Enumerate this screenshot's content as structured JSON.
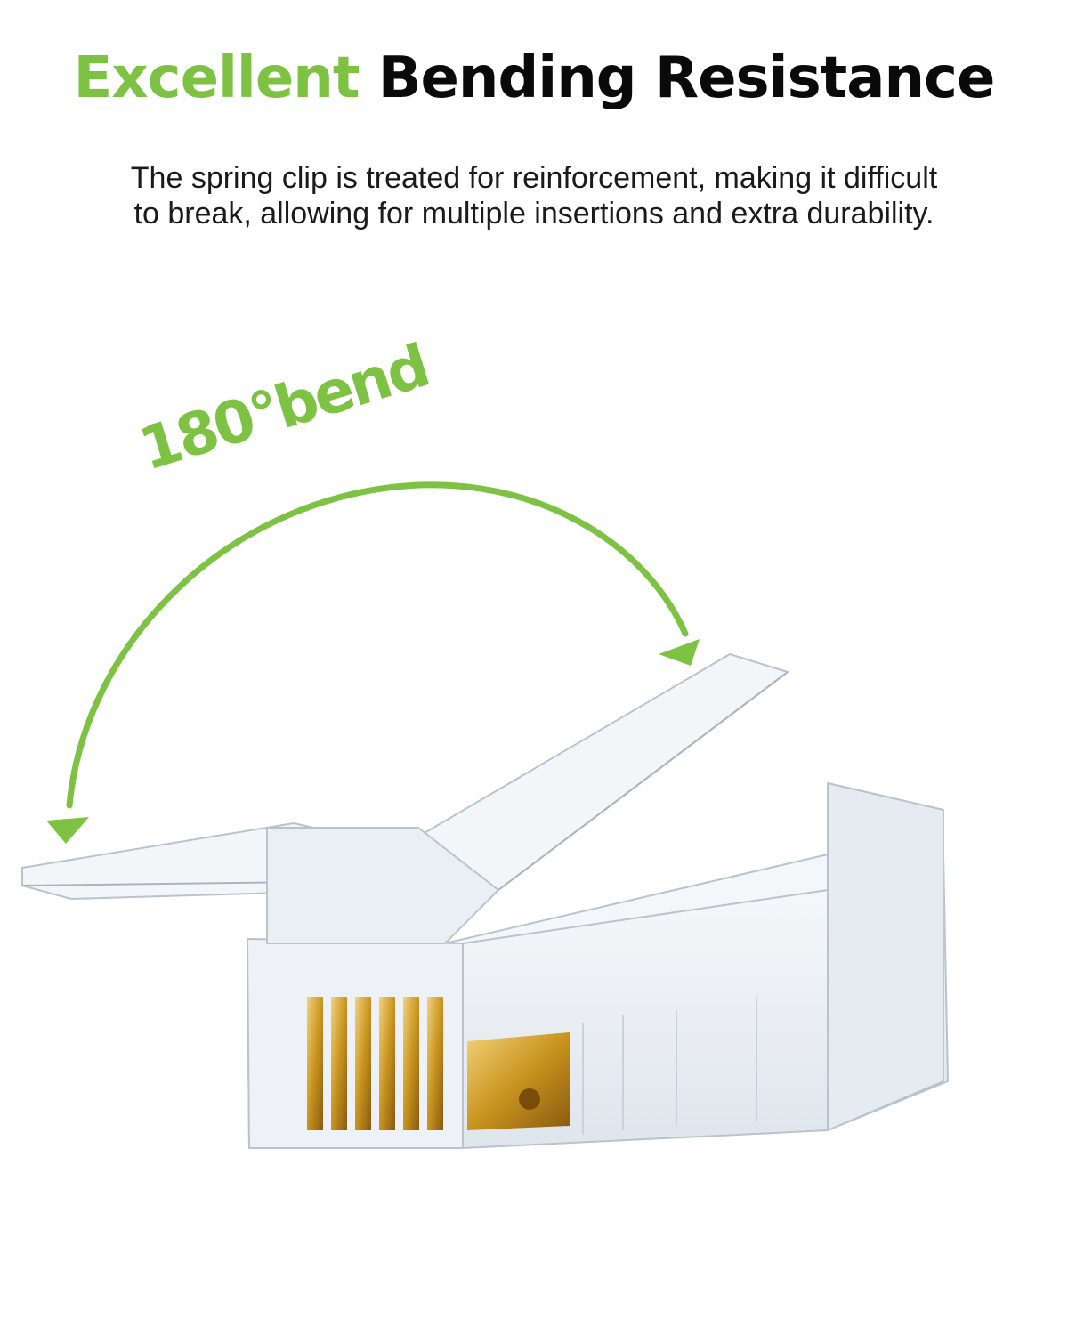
{
  "headline": {
    "accent": "Excellent",
    "rest": "Bending Resistance"
  },
  "description": {
    "line1": "The spring clip is treated for reinforcement, making it difficult",
    "line2": "to break, allowing for multiple insertions and extra durability."
  },
  "annotation": {
    "bend_label": "180°bend"
  },
  "colors": {
    "accent": "#7dc242",
    "text_dark": "#0a0a0a",
    "gold": "#c8941e",
    "clear_plastic": "#eef2f6"
  },
  "icons": {
    "arrow": "curved-double-arrow",
    "product": "rj45-connector"
  }
}
